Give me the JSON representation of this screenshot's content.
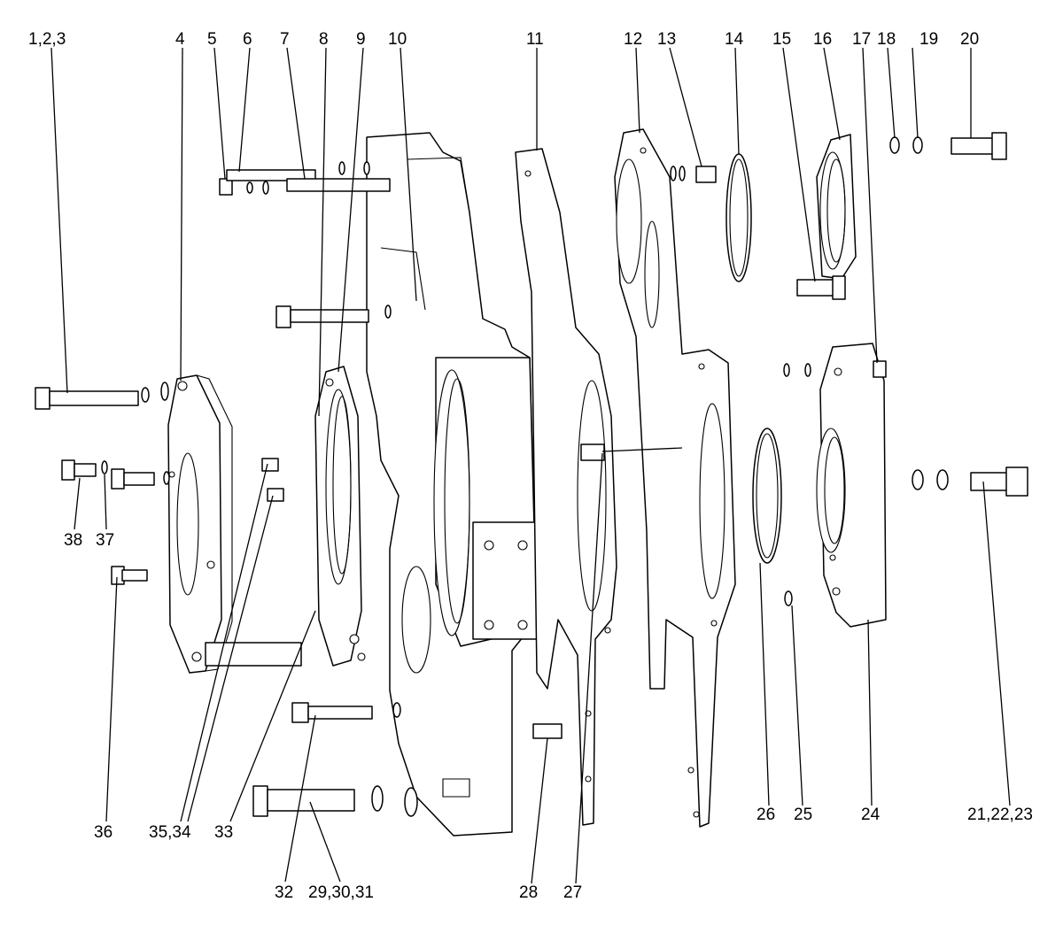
{
  "callouts": {
    "c1": "1,2,3",
    "c4": "4",
    "c5": "5",
    "c6": "6",
    "c7": "7",
    "c8": "8",
    "c9": "9",
    "c10": "10",
    "c11": "11",
    "c12": "12",
    "c13": "13",
    "c14": "14",
    "c15": "15",
    "c16": "16",
    "c17": "17",
    "c18": "18",
    "c19": "19",
    "c20": "20",
    "c21": "21,22,23",
    "c24": "24",
    "c25": "25",
    "c26": "26",
    "c27": "27",
    "c28": "28",
    "c29": "29,30,31",
    "c32": "32",
    "c33": "33",
    "c34": "35,34",
    "c36": "36",
    "c37": "37",
    "c38": "38"
  }
}
